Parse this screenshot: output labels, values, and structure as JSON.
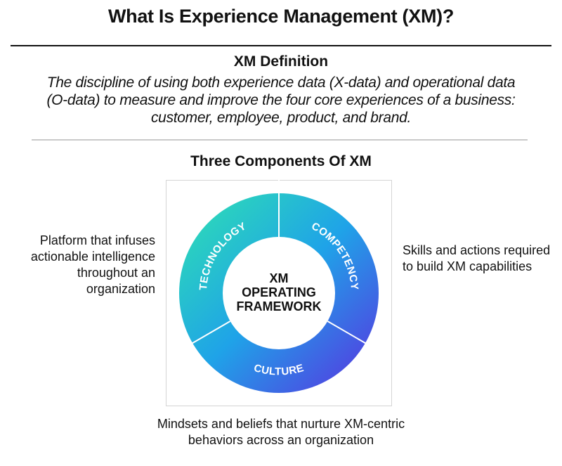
{
  "title": "What Is Experience Management (XM)?",
  "definition": {
    "heading": "XM Definition",
    "text": "The discipline of using both experience data (X-data) and operational data (O-data) to measure and improve the four core experiences of a business: customer, employee, product, and brand."
  },
  "components": {
    "heading": "Three Components Of XM",
    "center_lines": [
      "XM",
      "OPERATING",
      "FRAMEWORK"
    ],
    "segments": [
      {
        "label": "TECHNOLOGY",
        "description": "Platform that infuses actionable intelligence throughout an organization"
      },
      {
        "label": "COMPETENCY",
        "description": "Skills and actions required to build XM capabilities"
      },
      {
        "label": "CULTURE",
        "description": "Mindsets and beliefs that nurture XM-centric behaviors across an organization"
      }
    ],
    "colors": {
      "gradient_start": "#2fe3b0",
      "gradient_mid": "#1fa3e8",
      "gradient_end": "#5b2ee0",
      "label_color": "#ffffff",
      "divider_color": "#ffffff"
    }
  }
}
